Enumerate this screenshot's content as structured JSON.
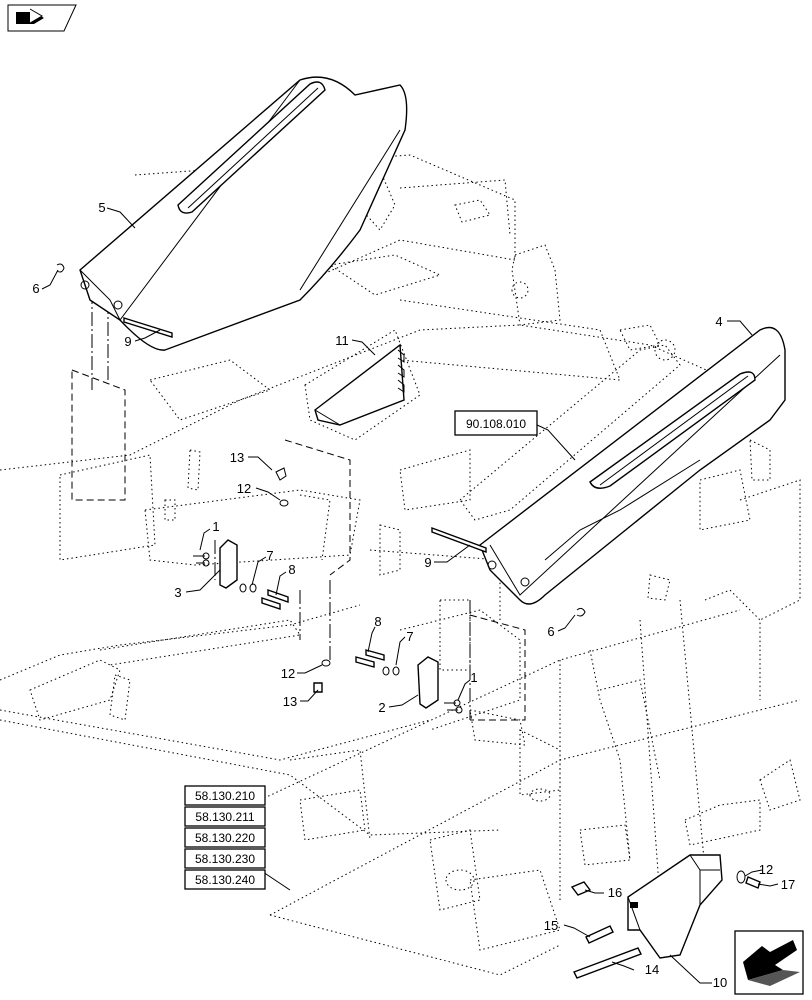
{
  "reference_boxes": {
    "top": "90.108.010",
    "stack": [
      "58.130.210",
      "58.130.211",
      "58.130.220",
      "58.130.230",
      "58.130.240"
    ]
  },
  "callouts": {
    "c1a": "1",
    "c1b": "1",
    "c2": "2",
    "c3": "3",
    "c4": "4",
    "c5": "5",
    "c6a": "6",
    "c6b": "6",
    "c7a": "7",
    "c7b": "7",
    "c8a": "8",
    "c8b": "8",
    "c9a": "9",
    "c9b": "9",
    "c10": "10",
    "c11": "11",
    "c12a": "12",
    "c12b": "12",
    "c12c": "12",
    "c13a": "13",
    "c13b": "13",
    "c14": "14",
    "c15": "15",
    "c16": "16",
    "c17": "17"
  },
  "icons": {
    "top_left": "book-navigation-icon",
    "bottom_right": "orientation-arrow-icon"
  }
}
